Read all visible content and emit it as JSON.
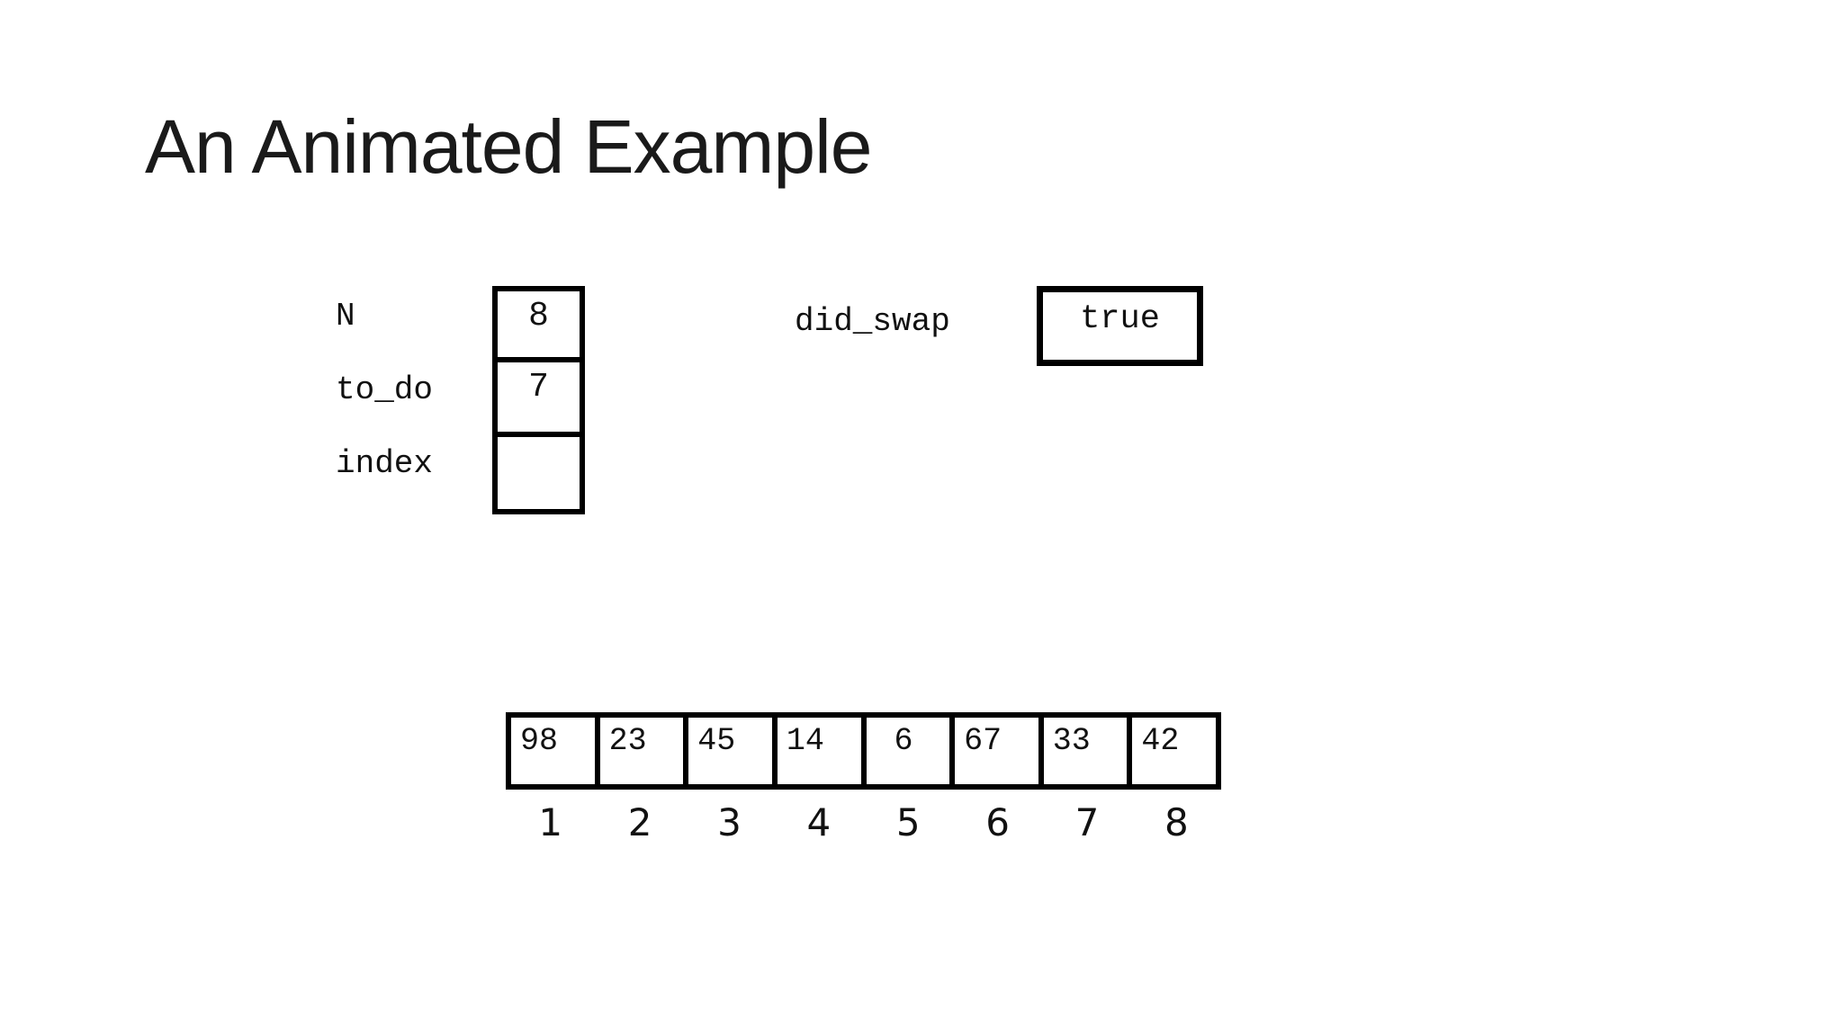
{
  "slide": {
    "title": "An Animated Example"
  },
  "variables": {
    "items": [
      {
        "name": "N",
        "value": "8"
      },
      {
        "name": "to_do",
        "value": "7"
      },
      {
        "name": "index",
        "value": ""
      }
    ]
  },
  "did_swap": {
    "label": "did_swap",
    "value": "true"
  },
  "array": {
    "cells": [
      {
        "value": "98",
        "index": "1"
      },
      {
        "value": "23",
        "index": "2"
      },
      {
        "value": "45",
        "index": "3"
      },
      {
        "value": "14",
        "index": "4"
      },
      {
        "value": " 6",
        "index": "5"
      },
      {
        "value": "67",
        "index": "6"
      },
      {
        "value": "33",
        "index": "7"
      },
      {
        "value": "42",
        "index": "8"
      }
    ]
  },
  "colors": {
    "background": "#ffffff",
    "text": "#1a1a1a",
    "border": "#000000"
  }
}
